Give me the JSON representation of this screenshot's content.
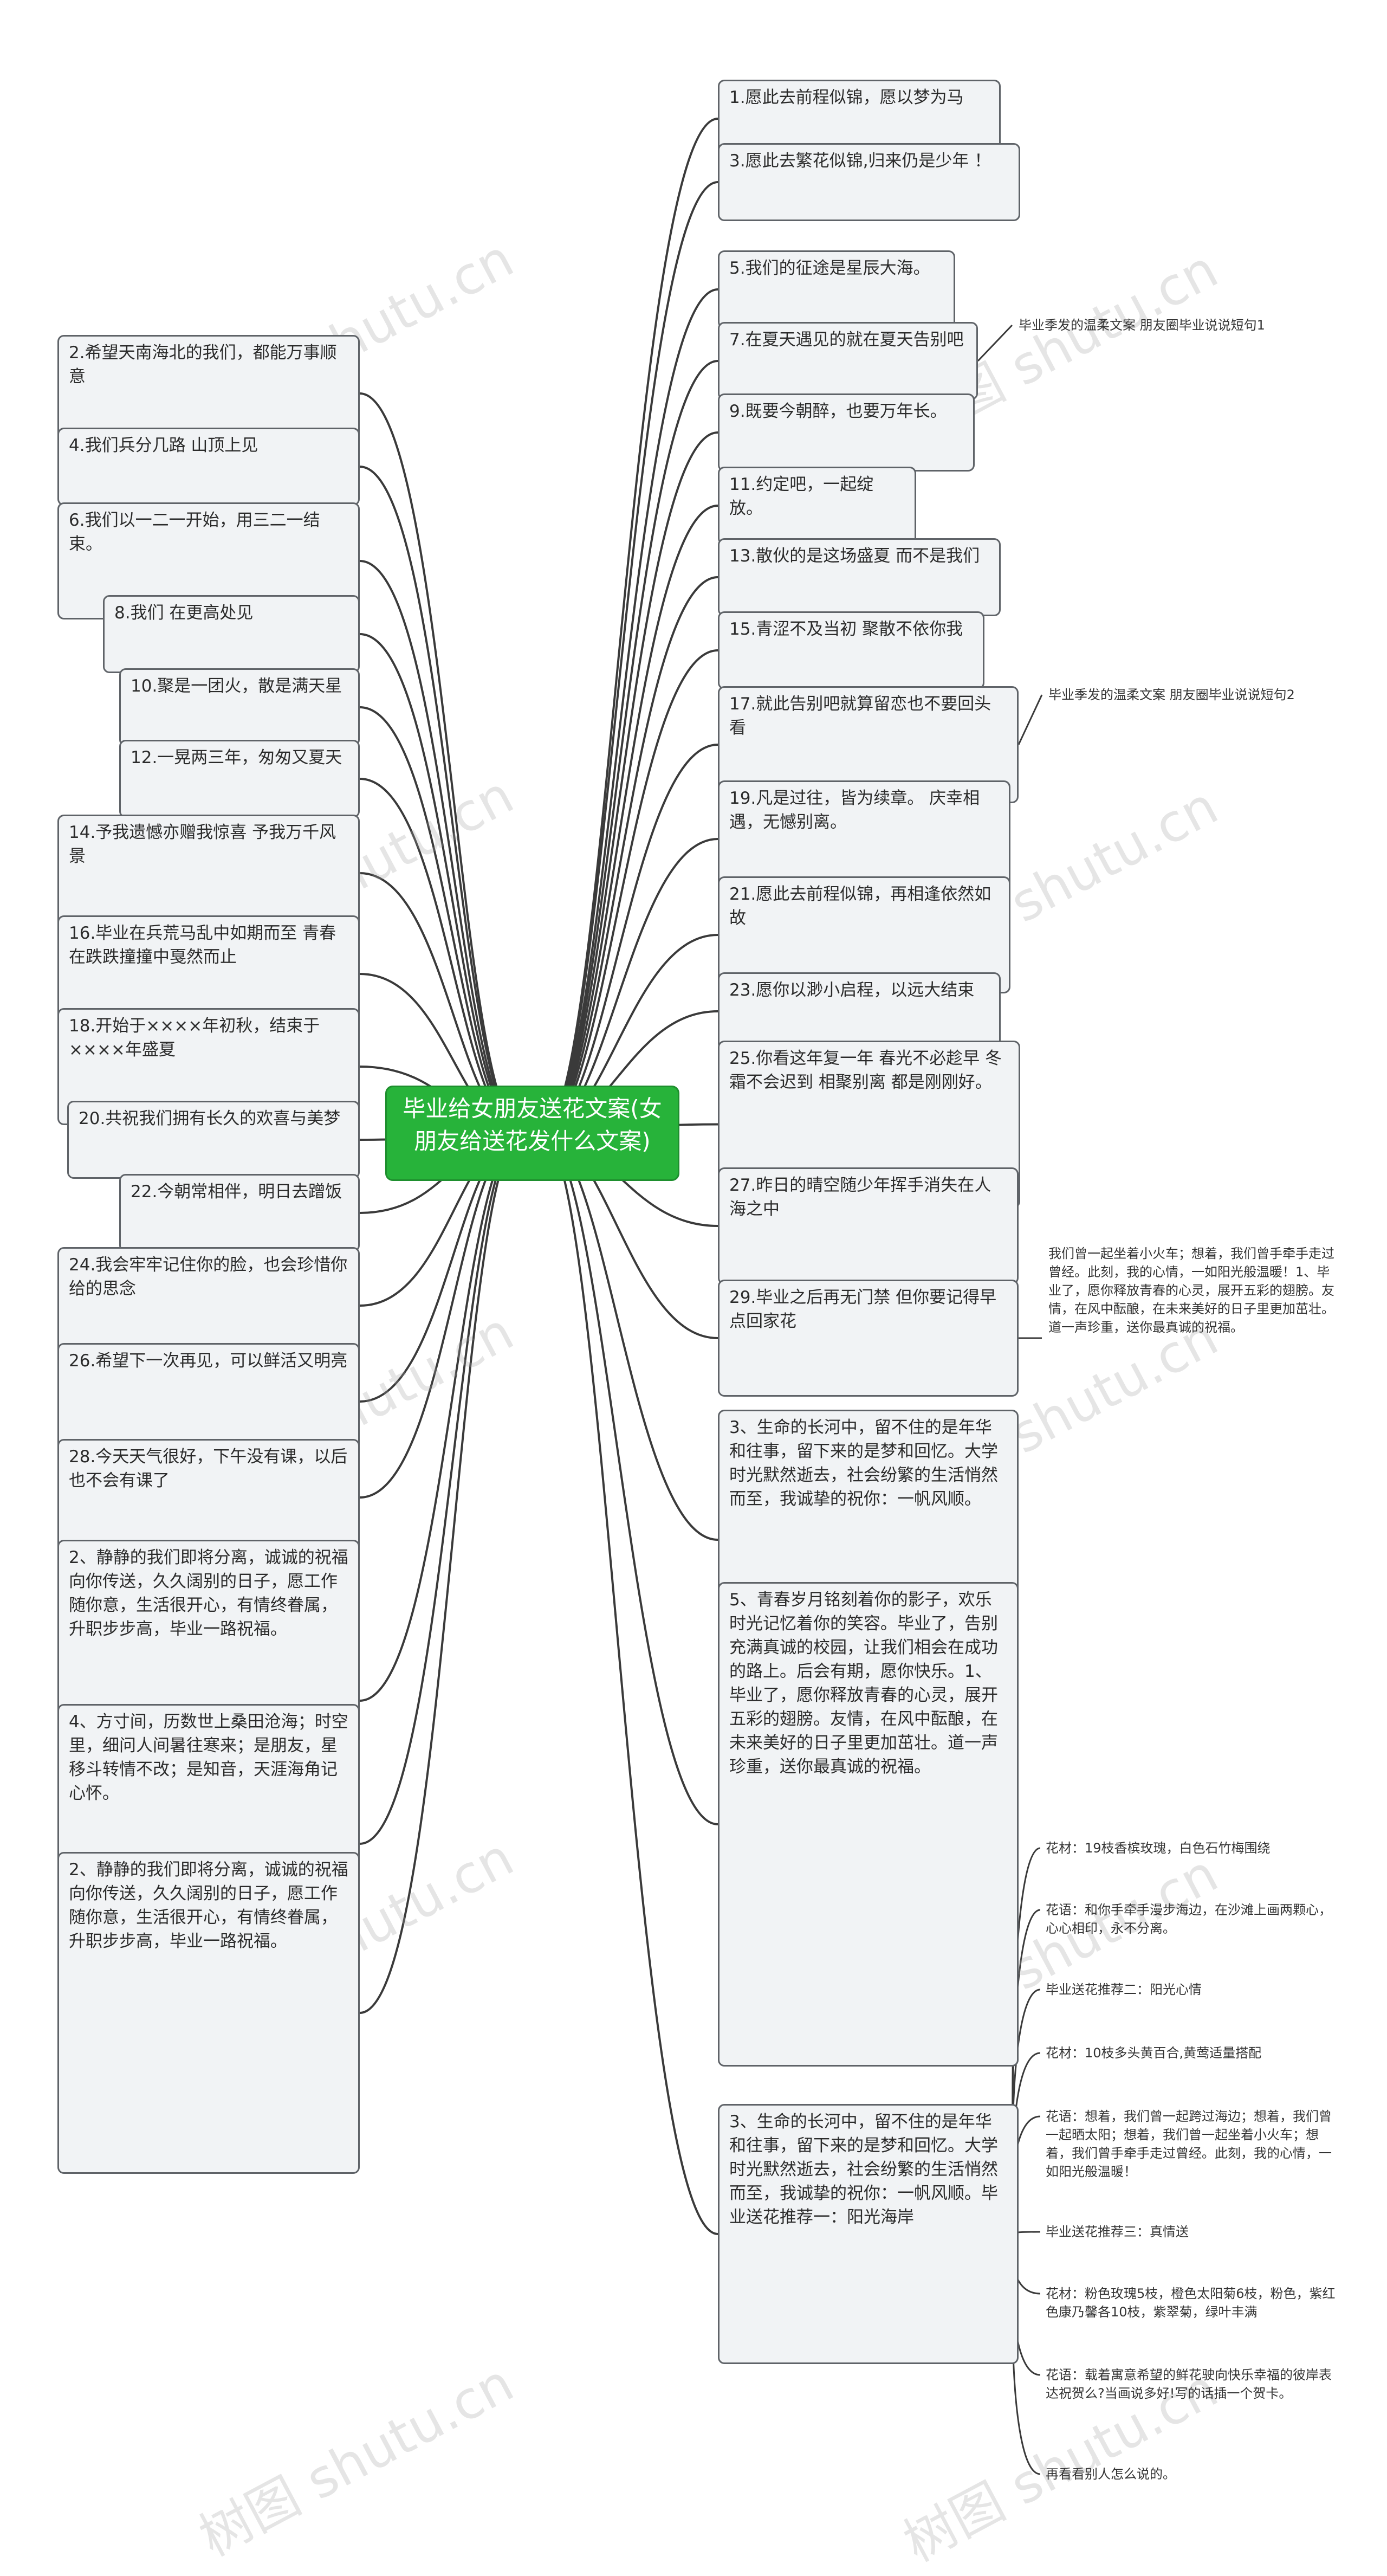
{
  "root": "毕业给女朋友送花文案(女朋友给送花发什么文案)",
  "right": [
    "1.愿此去前程似锦，愿以梦为马",
    "3.愿此去繁花似锦,归来仍是少年 ！",
    "5.我们的征途是星辰大海。",
    "7.在夏天遇见的就在夏天告别吧",
    "9.既要今朝醉，也要万年长。",
    "11.约定吧，一起绽放。",
    "13.散伙的是这场盛夏 而不是我们",
    "15.青涩不及当初 聚散不依你我",
    "17.就此告别吧就算留恋也不要回头看",
    "19.凡是过往，皆为续章。 庆幸相遇，无憾别离。",
    "21.愿此去前程似锦，再相逢依然如故",
    "23.愿你以渺小启程，以远大结束",
    "25.你看这年复一年 春光不必趁早 冬霜不会迟到 相聚别离 都是刚刚好。",
    "27.昨日的晴空随少年挥手消失在人海之中",
    "29.毕业之后再无门禁 但你要记得早点回家花",
    "3、生命的长河中，留不住的是年华和往事，留下来的是梦和回忆。大学时光默然逝去，社会纷繁的生活悄然而至，我诚挚的祝你：一帆风顺。",
    "5、青春岁月铭刻着你的影子，欢乐时光记忆着你的笑容。毕业了，告别充满真诚的校园，让我们相会在成功的路上。后会有期，愿你快乐。1、毕业了，愿你释放青春的心灵，展开五彩的翅膀。友情，在风中酝酿，在未来美好的日子里更加茁壮。道一声珍重，送你最真诚的祝福。",
    "3、生命的长河中，留不住的是年华和往事，留下来的是梦和回忆。大学时光默然逝去，社会纷繁的生活悄然而至，我诚挚的祝你：一帆风顺。毕业送花推荐一：阳光海岸"
  ],
  "left": [
    "2.希望天南海北的我们，都能万事顺意",
    "4.我们兵分几路 山顶上见",
    "6.我们以一二一开始，用三二一结束。",
    "8.我们 在更高处见",
    "10.聚是一团火，散是满天星",
    "12.一晃两三年，匆匆又夏天",
    "14.予我遗憾亦赠我惊喜 予我万千风景",
    "16.毕业在兵荒马乱中如期而至 青春在跌跌撞撞中戛然而止",
    "18.开始于××××年初秋，结束于××××年盛夏",
    "20.共祝我们拥有长久的欢喜与美梦",
    "22.今朝常相伴，明日去蹭饭",
    "24.我会牢牢记住你的脸，也会珍惜你给的思念",
    "26.希望下一次再见，可以鲜活又明亮",
    "28.今天天气很好，下午没有课，以后也不会有课了",
    "2、静静的我们即将分离，诚诚的祝福向你传送，久久阔别的日子，愿工作随你意，生活很开心，有情终眷属，升职步步高，毕业一路祝福。",
    "4、方寸间，历数世上桑田沧海；时空里，细问人间暑往寒来；是朋友，星移斗转情不改；是知音，天涯海角记心怀。",
    "2、静静的我们即将分离，诚诚的祝福向你传送，久久阔别的日子，愿工作随你意，生活很开心，有情终眷属，升职步步高，毕业一路祝福。"
  ],
  "notes": [
    "毕业季发的温柔文案 朋友圈毕业说说短句1",
    "毕业季发的温柔文案 朋友圈毕业说说短句2",
    "我们曾一起坐着小火车；想着，我们曾手牵手走过曾经。此刻，我的心情，一如阳光般温暖！1、毕业了，愿你释放青春的心灵，展开五彩的翅膀。友情，在风中酝酿，在未来美好的日子里更加茁壮。道一声珍重，送你最真诚的祝福。"
  ],
  "flower_notes": [
    "花材：19枝香槟玫瑰，白色石竹梅围绕",
    "花语：和你手牵手漫步海边，在沙滩上画两颗心，心心相印，永不分离。",
    "毕业送花推荐二：阳光心情",
    "花材：10枝多头黄百合,黄莺适量搭配",
    "花语：想着，我们曾一起跨过海边；想着，我们曾一起晒太阳；想着，我们曾一起坐着小火车；想着，我们曾手牵手走过曾经。此刻，我的心情，一如阳光般温暖！",
    "毕业送花推荐三：真情送",
    "花材：粉色玫瑰5枝，橙色太阳菊6枝，粉色，紫红色康乃馨各10枝，紫翠菊，绿叶丰满",
    "花语：载着寓意希望的鲜花驶向快乐幸福的彼岸表达祝贺么?当画说多好!写的话插一个贺卡。",
    "再看看别人怎么说的。"
  ],
  "watermark": "树图 shutu.cn",
  "colors": {
    "root_fill": "#27b33a",
    "node_fill": "#f1f3f5",
    "node_border": "#5f6368",
    "link": "#3a3a3a"
  }
}
